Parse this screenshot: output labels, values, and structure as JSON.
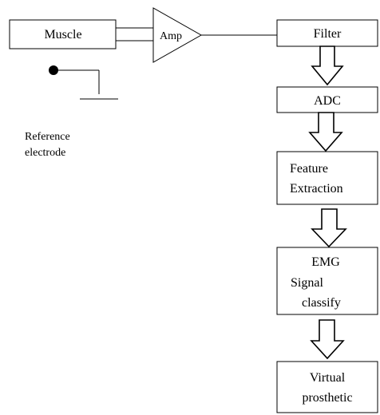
{
  "diagram": {
    "muscle": "Muscle",
    "amp": "Amp",
    "reference_electrode": [
      "Reference",
      "electrode"
    ],
    "filter": "Filter",
    "adc": "ADC",
    "feature_extraction": [
      "Feature",
      "Extraction"
    ],
    "emg_classify": [
      "EMG",
      "Signal",
      "classify"
    ],
    "virtual_prosthetic": [
      "Virtual",
      "prosthetic"
    ]
  }
}
